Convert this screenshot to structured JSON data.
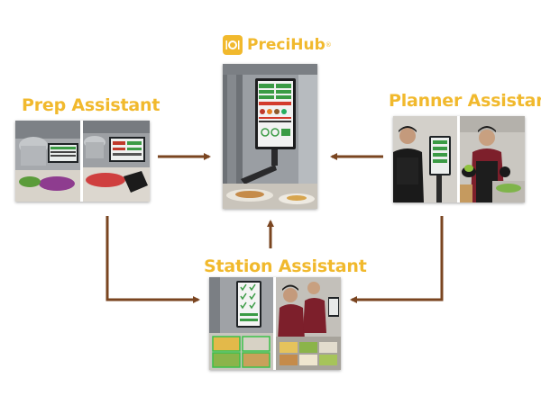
{
  "brand": {
    "name": "PreciHub",
    "registered_mark": "®",
    "icon": "plate-utensils-icon",
    "accent_color": "#f1b92d"
  },
  "nodes": [
    {
      "id": "prep",
      "label": "Prep Assistant"
    },
    {
      "id": "planner",
      "label": "Planner Assistant"
    },
    {
      "id": "station",
      "label": "Station Assistant"
    }
  ],
  "connections": [
    {
      "from": "Prep Assistant",
      "to": "PreciHub"
    },
    {
      "from": "Planner Assistant",
      "to": "PreciHub"
    },
    {
      "from": "Station Assistant",
      "to": "PreciHub"
    },
    {
      "from": "Prep Assistant",
      "to": "Station Assistant"
    },
    {
      "from": "Planner Assistant",
      "to": "Station Assistant"
    }
  ],
  "arrow_color": "#7a4520"
}
